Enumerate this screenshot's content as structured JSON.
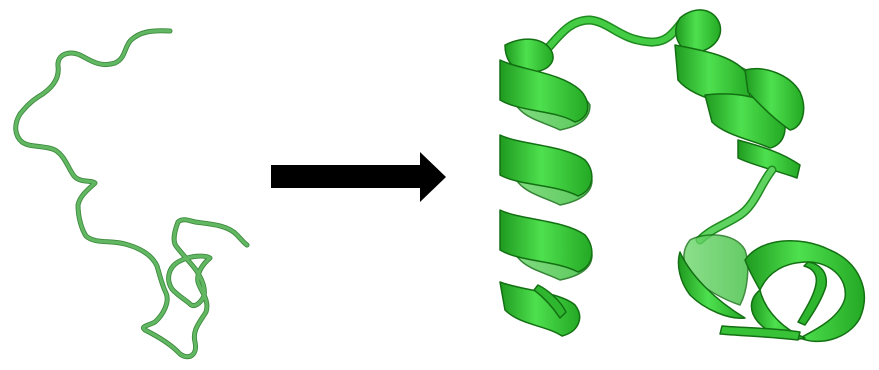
{
  "figure": {
    "left_panel": {
      "structure": "unfolded-coil"
    },
    "arrow": {
      "direction": "right"
    },
    "right_panel": {
      "structure": "folded-helical-bundle"
    }
  },
  "colors": {
    "coil": "#5cb05c",
    "coil_dark": "#3e8a3e",
    "helix_light": "#4ed64e",
    "helix_mid": "#2fc02f",
    "helix_dark": "#1f8a1f",
    "arrow": "#000000",
    "background": "#ffffff"
  }
}
